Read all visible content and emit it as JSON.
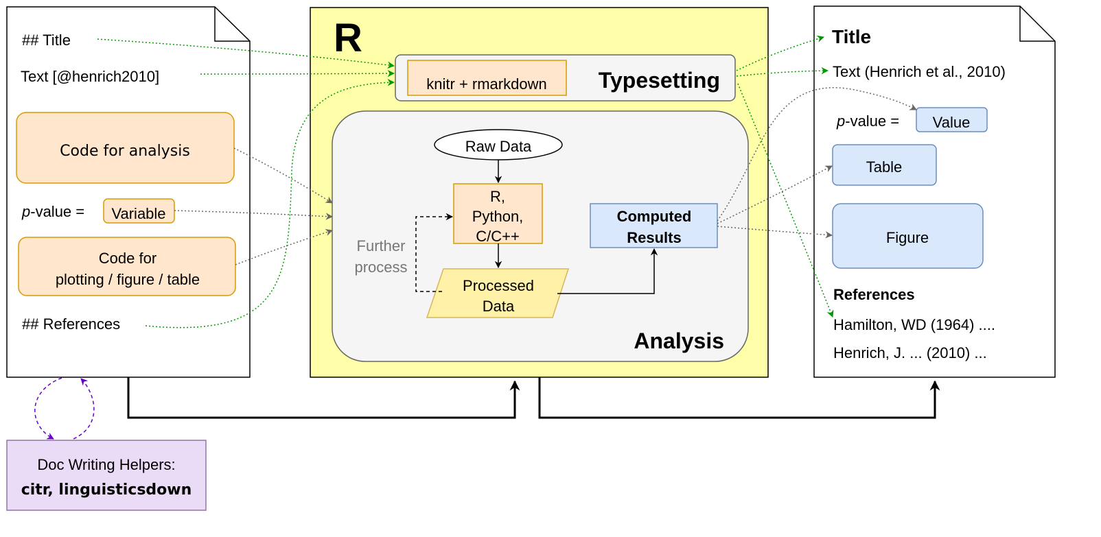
{
  "source": {
    "title_line": "## Title",
    "text_line": "Text [@henrich2010]",
    "code_analysis": "Code for analysis",
    "pvalue_italic": "p",
    "pvalue_rest": "-value =",
    "variable": "Variable",
    "code_plot_line1": "Code for",
    "code_plot_line2": "plotting / figure / table",
    "references": "## References"
  },
  "r_engine": {
    "logo": "R",
    "typesetting_label": "Typesetting",
    "knitr": "knitr + rmarkdown",
    "analysis_label": "Analysis",
    "raw_data": "Raw Data",
    "lang_line1": "R,",
    "lang_line2": "Python,",
    "lang_line3": "C/C++",
    "processed_line1": "Processed",
    "processed_line2": "Data",
    "further_line1": "Further",
    "further_line2": "process",
    "computed_line1": "Computed",
    "computed_line2": "Results"
  },
  "output": {
    "title": "Title",
    "text": "Text (Henrich et al., 2010)",
    "pvalue_italic": "p",
    "pvalue_rest": "-value =",
    "value": "Value",
    "table": "Table",
    "figure": "Figure",
    "references": "References",
    "ref1": "Hamilton, WD (1964) ....",
    "ref2": "Henrich, J. ... (2010) ..."
  },
  "helpers": {
    "line1": "Doc Writing Helpers:",
    "line2": "citr, linguisticsdown"
  },
  "colors": {
    "r_panel": "#ffffaa",
    "orange_fill": "#ffe6cc",
    "orange_stroke": "#d79b00",
    "blue_fill": "#dae8fc",
    "blue_stroke": "#6c8ebf",
    "yellow_fill": "#fff2a8",
    "purple_fill": "#eadcf6",
    "purple_stroke": "#9673a6",
    "green_arrow": "#009900",
    "purple_arrow": "#6600cc",
    "gray_arrow": "#666666"
  }
}
